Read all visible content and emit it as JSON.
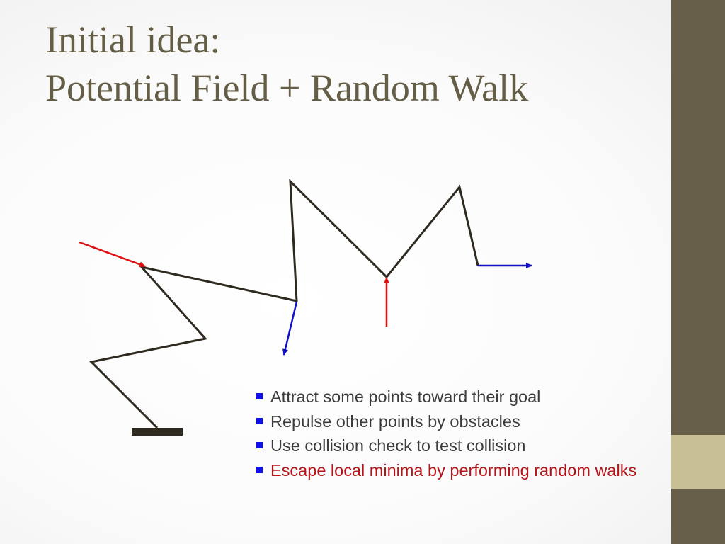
{
  "title": {
    "line1": "Initial idea:",
    "line2": "Potential Field + Random Walk"
  },
  "bullets": [
    {
      "text": "Attract some points toward their goal",
      "highlight": false
    },
    {
      "text": "Repulse other points by obstacles",
      "highlight": false
    },
    {
      "text": "Use collision check to test collision",
      "highlight": false
    },
    {
      "text": "Escape local minima by performing random walks",
      "highlight": true
    }
  ],
  "colors": {
    "title_text": "#655e47",
    "sidebar": "#675f4a",
    "sidebar_accent": "#c8bf95",
    "arm_link": "#2e2a20",
    "attract_arrow": "#e01010",
    "repulse_arrow": "#1010cc",
    "bullet_marker": "#1010ee",
    "bullet_text": "#3c3c3c",
    "highlight_text": "#b5141b"
  },
  "diagram": {
    "description_icons": [
      "robot-arm-base",
      "arm-link",
      "attract-arrow",
      "repulse-arrow"
    ]
  }
}
